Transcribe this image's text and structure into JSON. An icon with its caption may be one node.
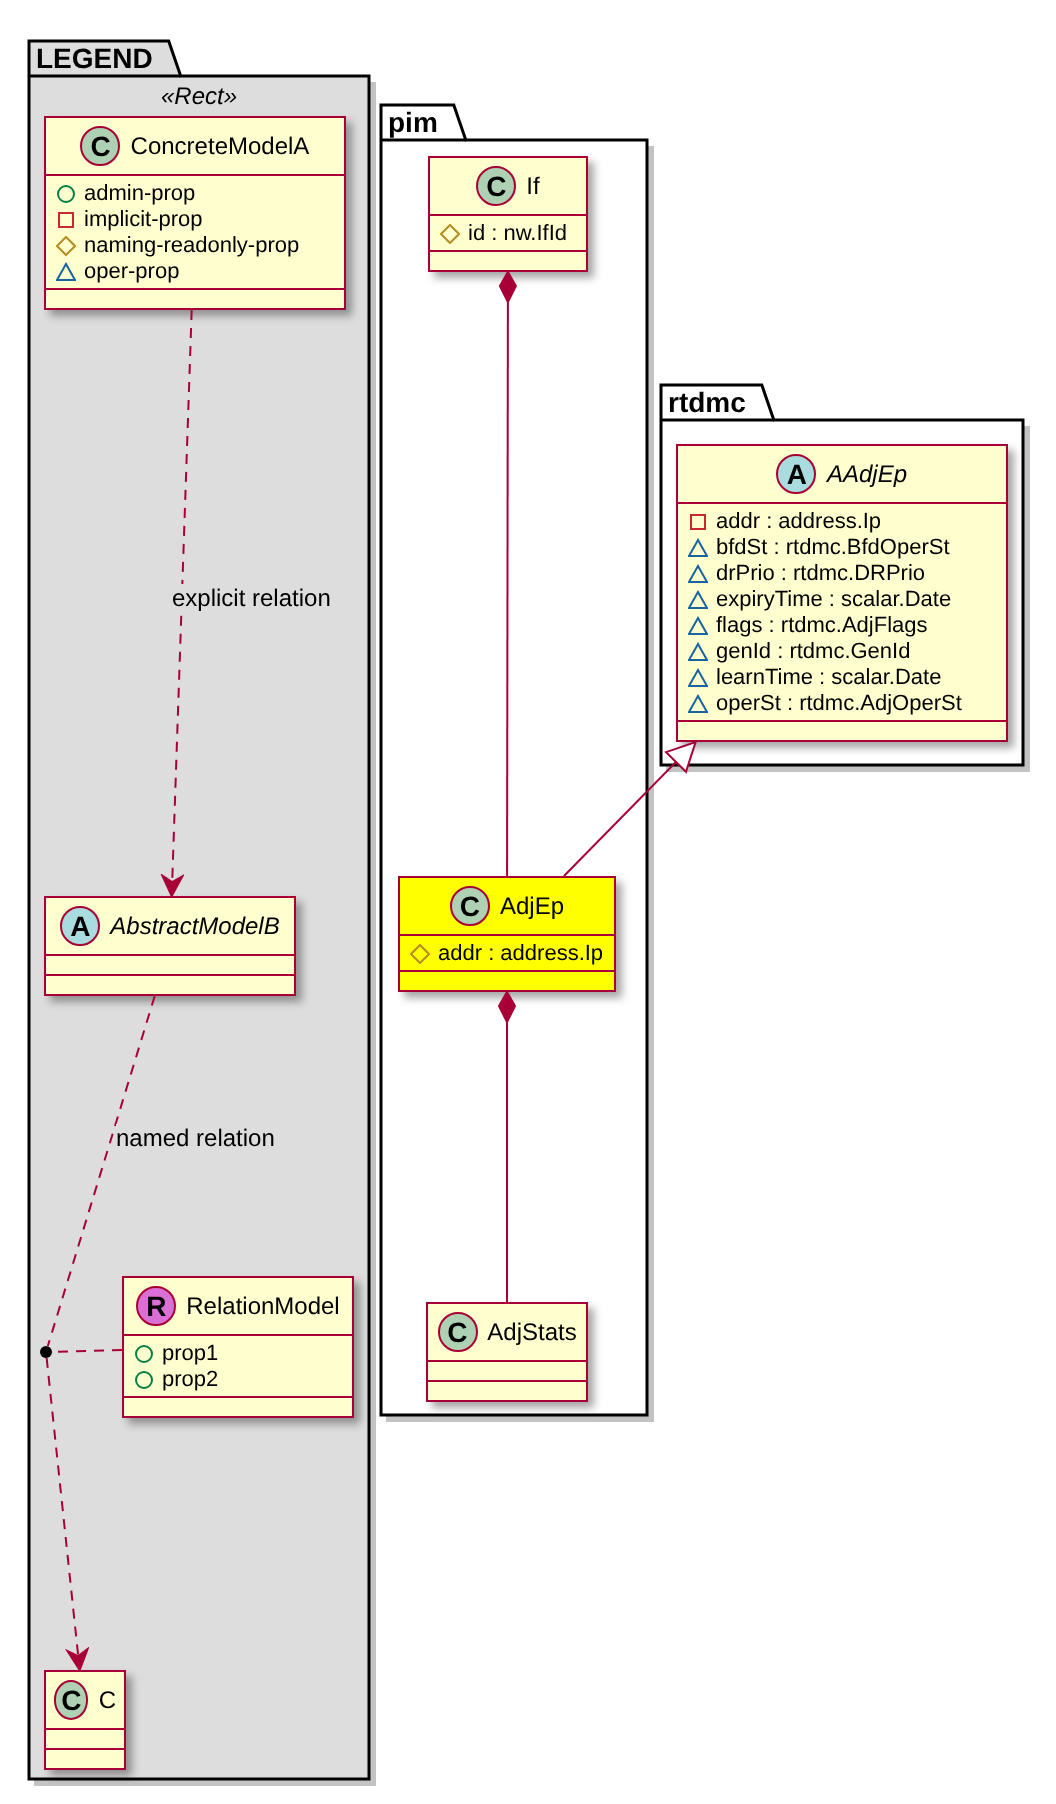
{
  "diagram": {
    "nodes": [
      {
        "text": [
          "LEGEND",
          "«Rect»"
        ]
      },
      {
        "text": [
          "C",
          "ConcreteModelA",
          "admin-prop",
          "implicit-prop",
          "naming-readonly-prop",
          "oper-prop"
        ],
        "in": 0
      },
      {
        "text": [
          "A",
          "AbstractModelB"
        ],
        "in": 0
      },
      {
        "text": [],
        "shape": "circle",
        "in": 0
      },
      {
        "text": [
          "R",
          "RelationModel",
          "prop1",
          "prop2"
        ],
        "in": 0
      },
      {
        "text": [
          "C",
          "C"
        ],
        "in": 0
      },
      {
        "text": [
          "pim"
        ]
      },
      {
        "text": [
          "C",
          "If",
          "id : nw.IfId"
        ],
        "in": 6
      },
      {
        "text": [
          "C",
          "AdjEp",
          "addr : address.Ip"
        ],
        "in": 6
      },
      {
        "text": [
          "C",
          "AdjStats"
        ],
        "in": 6
      },
      {
        "text": [
          "rtdmc"
        ]
      },
      {
        "text": [
          "A",
          "AAdjEp",
          "addr : address.Ip",
          "bfdSt : rtdmc.BfdOperSt",
          "drPrio : rtdmc.DRPrio",
          "expiryTime : scalar.Date",
          "flags : rtdmc.AdjFlags",
          "genId : rtdmc.GenId",
          "learnTime : scalar.Date",
          "operSt : rtdmc.AdjOperSt"
        ],
        "in": 10
      }
    ],
    "edges": [
      {
        "from": 1,
        "to": 2,
        "arrow": "to",
        "style": "dashed",
        "label": "explicit relation"
      },
      {
        "from": 2,
        "to": 3,
        "arrow": "none",
        "style": "dashed",
        "label": "named relation"
      },
      {
        "from": 3,
        "to": 5,
        "arrow": "to",
        "style": "dashed"
      },
      {
        "from": 4,
        "to": 3,
        "arrow": "none",
        "style": "dashed"
      },
      {
        "from": 7,
        "to": 8,
        "arrow": "other"
      },
      {
        "from": 8,
        "to": 11,
        "arrow": "to"
      },
      {
        "from": 8,
        "to": 9,
        "arrow": "other"
      }
    ]
  }
}
